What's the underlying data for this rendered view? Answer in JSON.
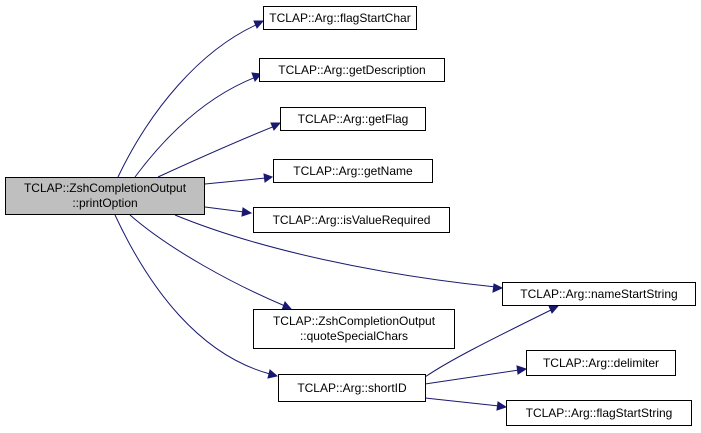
{
  "graph": {
    "root": {
      "line1": "TCLAP::ZshCompletionOutput",
      "line2": "::printOption"
    },
    "nodes": {
      "flagStartChar": "TCLAP::Arg::flagStartChar",
      "getDescription": "TCLAP::Arg::getDescription",
      "getFlag": "TCLAP::Arg::getFlag",
      "getName": "TCLAP::Arg::getName",
      "isValueRequired": "TCLAP::Arg::isValueRequired",
      "nameStartString": "TCLAP::Arg::nameStartString",
      "quoteSpecialChars_line1": "TCLAP::ZshCompletionOutput",
      "quoteSpecialChars_line2": "::quoteSpecialChars",
      "shortID": "TCLAP::Arg::shortID",
      "delimiter": "TCLAP::Arg::delimiter",
      "flagStartString": "TCLAP::Arg::flagStartString"
    },
    "colors": {
      "edge": "#191970",
      "root_fill": "#bfbfbf",
      "node_fill": "#ffffff",
      "border": "#000000"
    }
  }
}
